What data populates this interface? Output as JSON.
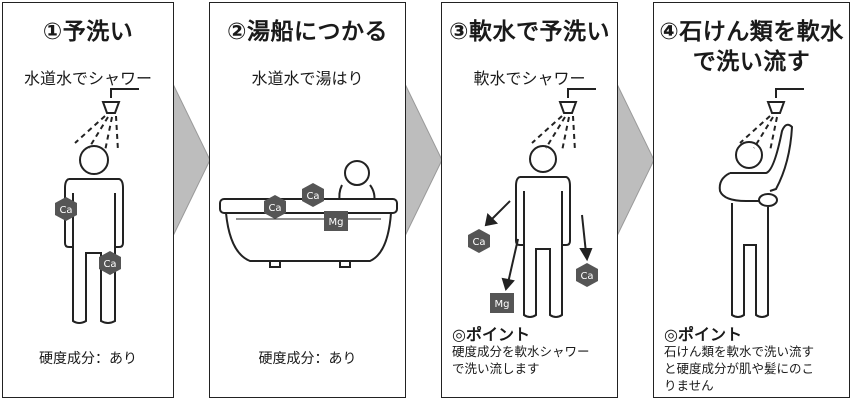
{
  "steps": [
    {
      "title": "①予洗い",
      "subtitle": "水道水でシャワー",
      "status": "硬度成分：あり"
    },
    {
      "title": "②湯船につかる",
      "subtitle": "水道水で湯はり",
      "status": "硬度成分：あり"
    },
    {
      "title": "③軟水で予洗い",
      "subtitle": "軟水でシャワー",
      "point_heading": "◎ポイント",
      "point_text": "硬度成分を軟水シャワー\nで洗い流します"
    },
    {
      "title_line1": "④石けん類を軟水",
      "title_line2": "で洗い流す",
      "point_heading": "◎ポイント",
      "point_text": "石けん類を軟水で洗い流す\nと硬度成分が肌や髪にのこ\nりません"
    }
  ],
  "minerals": {
    "calcium": "Ca",
    "magnesium": "Mg"
  },
  "colors": {
    "border": "#222222",
    "mineral_fill": "#555555",
    "arrow_fill": "#bdbdbd",
    "line": "#222222"
  },
  "icons": [
    "shower-head-icon",
    "person-icon",
    "bathtub-icon",
    "mineral-badge-icon",
    "flow-arrow-icon"
  ]
}
